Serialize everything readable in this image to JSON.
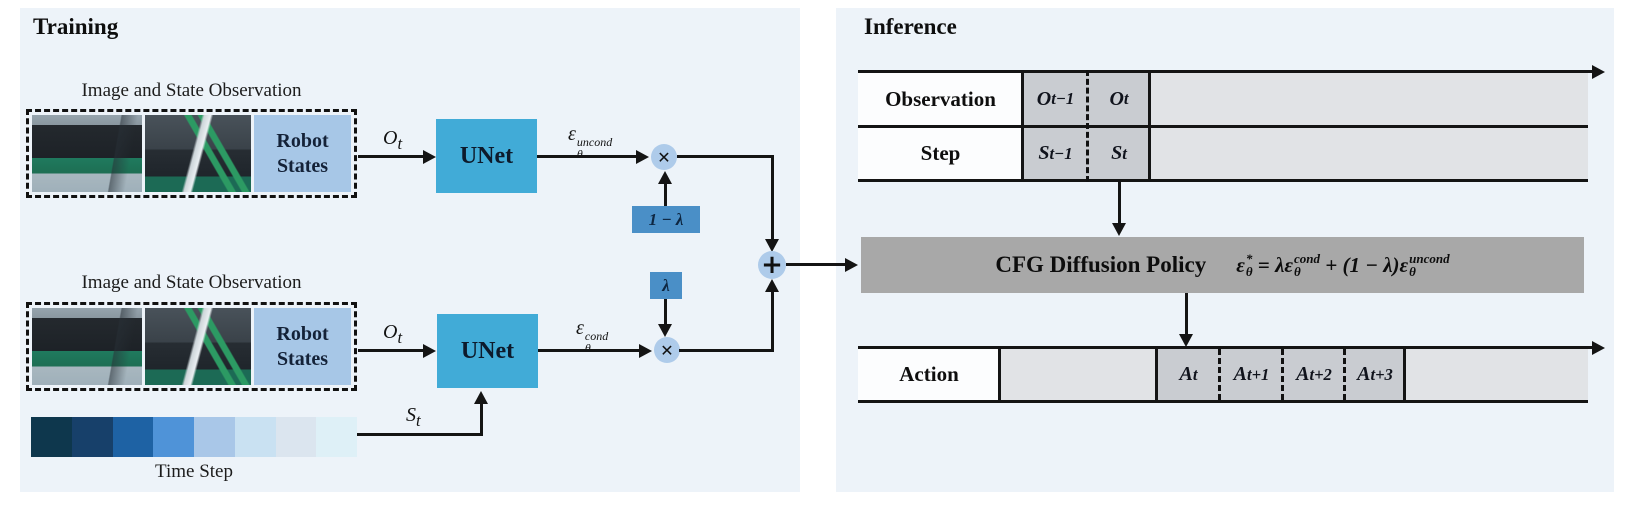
{
  "training": {
    "title": "Training",
    "observation_label": "Image and State Observation",
    "robot_states": {
      "line1": "Robot",
      "line2": "States"
    },
    "unet_label": "UNet",
    "o_t": {
      "base": "O",
      "sub": "t"
    },
    "s_t": {
      "base": "S",
      "sub": "t"
    },
    "eps_uncond": {
      "base": "ε",
      "sup": "uncond",
      "sub": "θ"
    },
    "eps_cond": {
      "base": "ε",
      "sup": "cond",
      "sub": "θ"
    },
    "one_minus_lambda": "1 − λ",
    "lambda": "λ",
    "multiply_symbol": "✕",
    "plus_symbol": "+",
    "time_step_label": "Time Step",
    "time_step_colors": [
      "#0e374d",
      "#17406a",
      "#1e62a4",
      "#4f93d8",
      "#a9c7e8",
      "#c9e1f2",
      "#dbe5ef",
      "#def0f7"
    ]
  },
  "inference": {
    "title": "Inference",
    "observation_row": {
      "label": "Observation",
      "cells": [
        {
          "base": "O",
          "sub": "t−1"
        },
        {
          "base": "O",
          "sub": "t"
        }
      ]
    },
    "step_row": {
      "label": "Step",
      "cells": [
        {
          "base": "S",
          "sub": "t−1"
        },
        {
          "base": "S",
          "sub": "t"
        }
      ]
    },
    "cfg_box": {
      "title": "CFG Diffusion Policy",
      "formula": {
        "lhs": {
          "base": "ε",
          "sup": "*",
          "sub": "θ"
        },
        "equals": " = ",
        "coef1": "λ",
        "term1": {
          "base": "ε",
          "sup": "cond",
          "sub": "θ"
        },
        "middle": " + (1 − λ)",
        "term2": {
          "base": "ε",
          "sup": "uncond",
          "sub": "θ"
        }
      }
    },
    "action_row": {
      "label": "Action",
      "cells": [
        {
          "base": "A",
          "sub": "t"
        },
        {
          "base": "A",
          "sub": "t+1"
        },
        {
          "base": "A",
          "sub": "t+2"
        },
        {
          "base": "A",
          "sub": "t+3"
        }
      ]
    }
  },
  "colors": {
    "panel_bg": "#edf3f9",
    "unet_fill": "#41abd7",
    "robot_states_fill": "#a7c7e7",
    "lambda_box_fill": "#4a8fc7",
    "op_circle_fill": "#aecbea",
    "cfg_box_fill": "#a8a8a8",
    "cell_dark": "#c9ccd1",
    "cell_light": "#e1e3e6",
    "label_cell_bg": "#fcfdfe",
    "line_color": "#141414"
  }
}
